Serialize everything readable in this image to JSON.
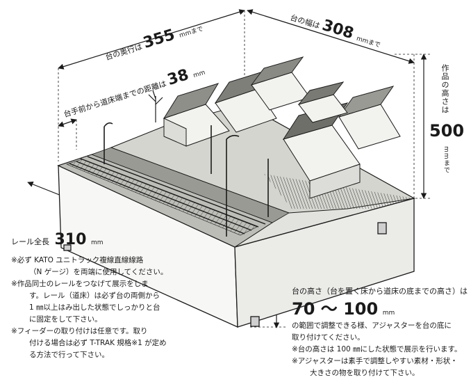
{
  "depth": {
    "label": "台の奥行は",
    "value": "355",
    "unit": "mmまで"
  },
  "width": {
    "label": "台の幅は",
    "value": "308",
    "unit": "mmまで"
  },
  "front_distance": {
    "label": "台手前から道床端までの距離は",
    "value": "38",
    "unit": "mm"
  },
  "height": {
    "label": "作品の高さは",
    "value": "500",
    "unit": "mmまで"
  },
  "rail": {
    "label": "レール全長",
    "value": "310",
    "unit": "mm"
  },
  "left_notes": [
    "※必ず KATO ユニトラック複線直線線路",
    "（N ゲージ）を両端に使用してください。",
    "※作品同士のレールをつなげて展示をしま",
    "す。レール（道床）は必ず台の両側から",
    "1 ㎜以上はみ出した状態でしっかりと台",
    "に固定をして下さい。",
    "※フィーダーの取り付けは任意です。取り",
    "付ける場合は必ず T-TRAK 規格※1 が定め",
    "る方法で行って下さい。"
  ],
  "base_height": {
    "label": "台の高さ（台を置く床から道床の底までの高さ）は",
    "value": "70 ～ 100",
    "unit": "mm"
  },
  "right_notes": [
    "の範囲で調整できる様、アジャスターを台の底に",
    "取り付けてください。",
    "※台の高さは 100 ㎜にした状態で展示を行います。",
    "※アジャスターは素手で調整しやすい素材・形状・",
    "大きさの物を取り付けて下さい。"
  ]
}
